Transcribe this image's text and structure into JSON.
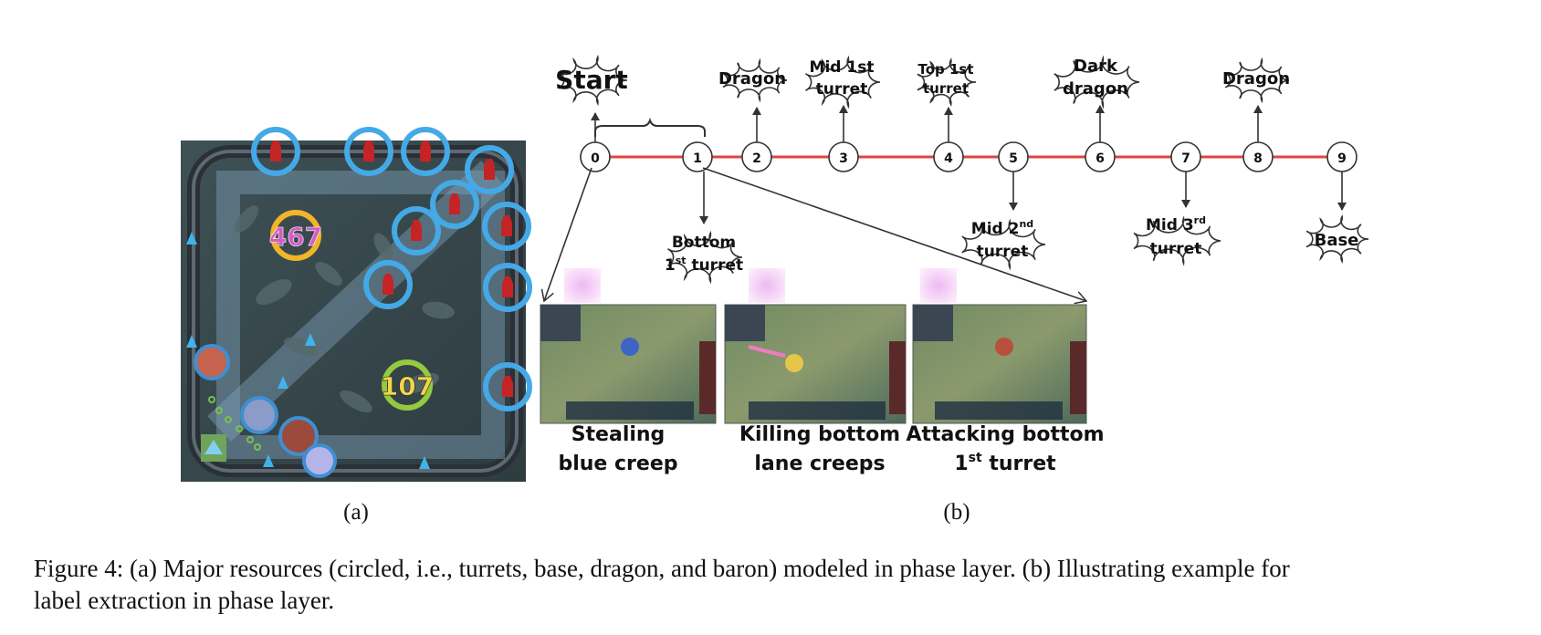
{
  "figure": {
    "panel_a_label": "(a)",
    "panel_b_label": "(b)",
    "caption_line1": "Figure 4: (a) Major resources (circled, i.e., turrets, base, dragon, and baron) modeled in phase layer. (b) Illustrating example for",
    "caption_line2": "label extraction in phase layer."
  },
  "minimap": {
    "timer_top": "467",
    "timer_bottom": "107",
    "colors": {
      "resource_circle": "#44a9e6",
      "timer_circle_top": "#f2b428",
      "timer_circle_bottom": "#94c940",
      "turret": "#c42426",
      "frame": "#2b2f36",
      "lane": "#7f9fb8",
      "ground": "#3a4a4d"
    }
  },
  "timeline": {
    "line_color": "#e0443f",
    "nodes": [
      "0",
      "1",
      "2",
      "3",
      "4",
      "5",
      "6",
      "7",
      "8",
      "9"
    ],
    "clouds": {
      "start": "Start",
      "dragon_2": "Dragon",
      "mid1_a": "Mid 1st",
      "mid1_b": "turret",
      "top1_a": "Top 1st",
      "top1_b": "turret",
      "dark_a": "Dark",
      "dark_b": "dragon",
      "dragon_8": "Dragon",
      "bottom1_a": "Bottom",
      "bottom1_b_num": "1",
      "bottom1_b_sup": "st",
      "bottom1_b_rest": " turret",
      "mid2_a_text": "Mid 2",
      "mid2_a_sup": "nd",
      "mid2_b": "turret",
      "mid3_a_text": "Mid 3",
      "mid3_a_sup": "rd",
      "mid3_b": "turret",
      "base": "Base"
    }
  },
  "screenshots": [
    {
      "label_line1": "Stealing",
      "label_line2": "blue creep"
    },
    {
      "label_line1": "Killing bottom",
      "label_line2": "lane creeps"
    },
    {
      "label_line1": "Attacking bottom",
      "label_line2_num": "1",
      "label_line2_sup": "st",
      "label_line2_rest": " turret"
    }
  ]
}
